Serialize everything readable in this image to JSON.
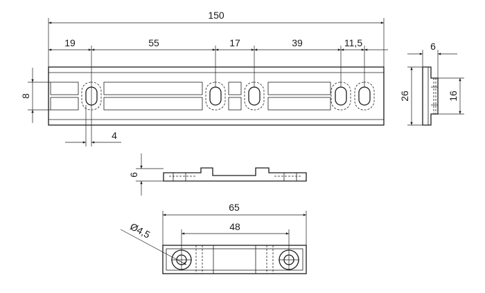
{
  "top_view": {
    "overall_length": "150",
    "segment_1": "19",
    "segment_2": "55",
    "segment_3": "17",
    "segment_4": "39",
    "segment_5": "11,5",
    "slot_height": "8",
    "slot_width": "4"
  },
  "side_view": {
    "height": "26",
    "inner_height": "16",
    "thickness": "6"
  },
  "front_view": {
    "height": "6"
  },
  "insert_view": {
    "overall_length": "65",
    "hole_spacing": "48",
    "hole_diameter": "Ø4,5"
  }
}
